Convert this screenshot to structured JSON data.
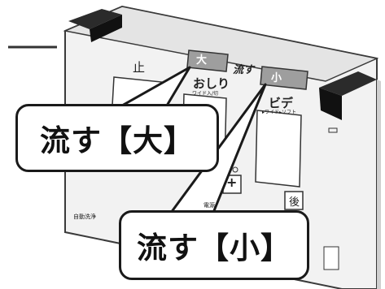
{
  "panel": {
    "stop_label": "止",
    "flush_label": "流す",
    "flush_big_key": "大",
    "flush_small_key": "小",
    "oshiri_label": "おしり",
    "oshiri_sub": "ワイド入/切",
    "bidet_label": "ビデ",
    "bidet_sub": "▸ワイド▸ソフト",
    "auto_clean_label": "自動洗浄",
    "power_label": "電源",
    "back_label": "後",
    "plus_label": "+"
  },
  "callouts": {
    "big": "流す【大】",
    "small": "流す【小】"
  },
  "colors": {
    "panel_body": "#f2f2f2",
    "panel_edge": "#3a3a3a",
    "corner_block": "#2b2b2b",
    "flush_button": "#9e9e9e",
    "callout_border": "#1a1a1a"
  }
}
